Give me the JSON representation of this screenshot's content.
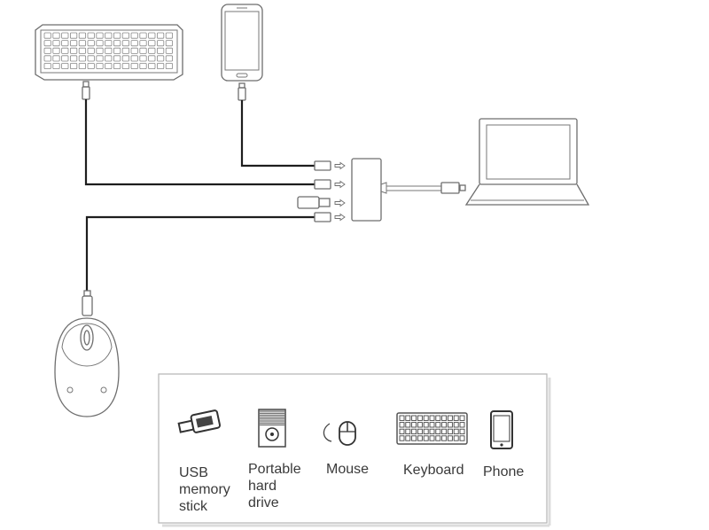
{
  "legend": {
    "items": [
      {
        "label": "USB\nmemory\nstick",
        "icon": "usb-stick-icon"
      },
      {
        "label": "Portable\nhard\ndrive",
        "icon": "hard-drive-icon"
      },
      {
        "label": "Mouse",
        "icon": "mouse-icon"
      },
      {
        "label": "Keyboard",
        "icon": "keyboard-icon"
      },
      {
        "label": "Phone",
        "icon": "phone-icon"
      }
    ]
  },
  "devices": {
    "keyboard": "keyboard-icon",
    "phone": "phone-icon",
    "laptop": "laptop-icon",
    "mouse": "mouse-icon",
    "hub": "usb-hub-icon",
    "usb_stick": "usb-stick-icon"
  },
  "colors": {
    "line": "#6e6e6e",
    "cable": "#1e1e1e",
    "frame": "#b5b5b5"
  }
}
